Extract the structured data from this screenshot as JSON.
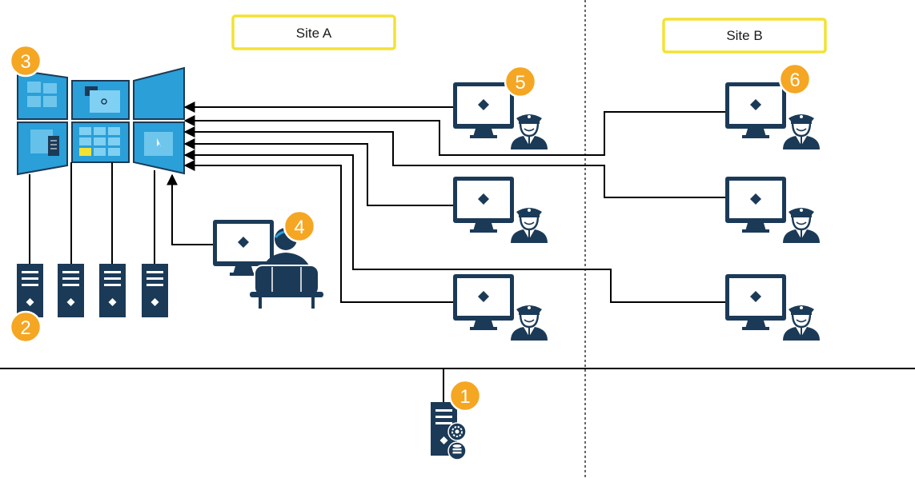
{
  "sites": {
    "site_a": {
      "label": "Site A"
    },
    "site_b": {
      "label": "Site B"
    }
  },
  "badges": {
    "management_server": "1",
    "recording_servers": "2",
    "video_wall": "3",
    "operator": "4",
    "site_a_clients": "5",
    "site_b_clients": "6"
  },
  "colors": {
    "navy": "#1b3a57",
    "wall_blue": "#2a9fd8",
    "badge_orange": "#f5a623",
    "site_label_border": "#f2e233",
    "line": "#000000"
  },
  "icons": {
    "monitor": "monitor-icon",
    "server": "server-icon",
    "police_officer": "police-officer-icon",
    "operator": "operator-person-icon",
    "gear": "gear-icon",
    "database": "database-icon"
  }
}
